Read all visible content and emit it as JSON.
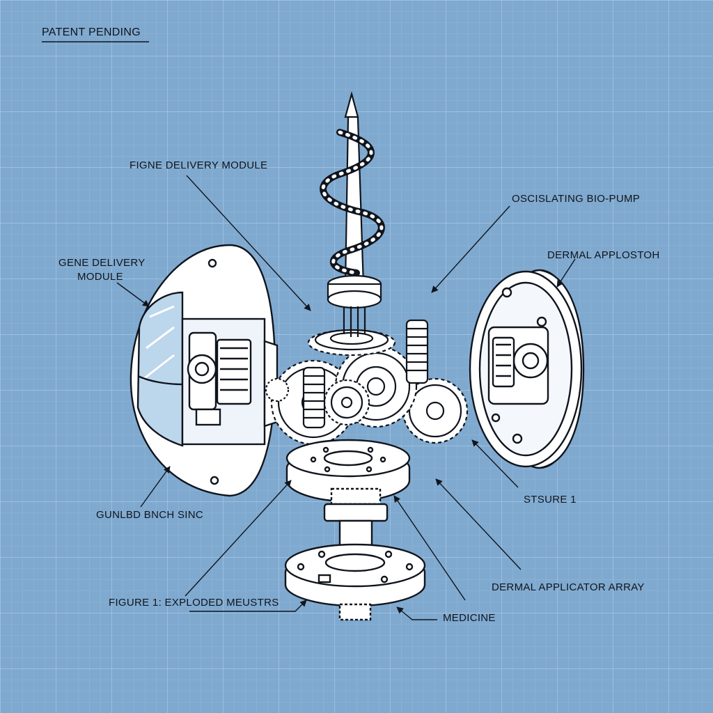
{
  "header": {
    "stamp": "PATENT PENDING"
  },
  "labels": {
    "figne_delivery": "FIGNE DELIVERY MODULE",
    "oscillating_pump": "OSCISLATING BIO-PUMP",
    "gene_delivery_line1": "GENE DELIVERY",
    "gene_delivery_line2": "MODULE",
    "dermal_applostoh": "DERMAL APPLOSTOH",
    "stsure": "STSURE 1",
    "gunlbd": "GUNLBD BNCH SINC",
    "dermal_array": "DERMAL APPLICATOR ARRAY",
    "figure_caption": "FIGURE 1: EXPLODED MEUSTRS",
    "medicine": "MEDICINE"
  },
  "colors": {
    "background": "#7fa9cf",
    "grid": "#9dc0de",
    "ink": "#10141c",
    "part_fill": "#ffffff",
    "lens": "#bcd6ec"
  }
}
